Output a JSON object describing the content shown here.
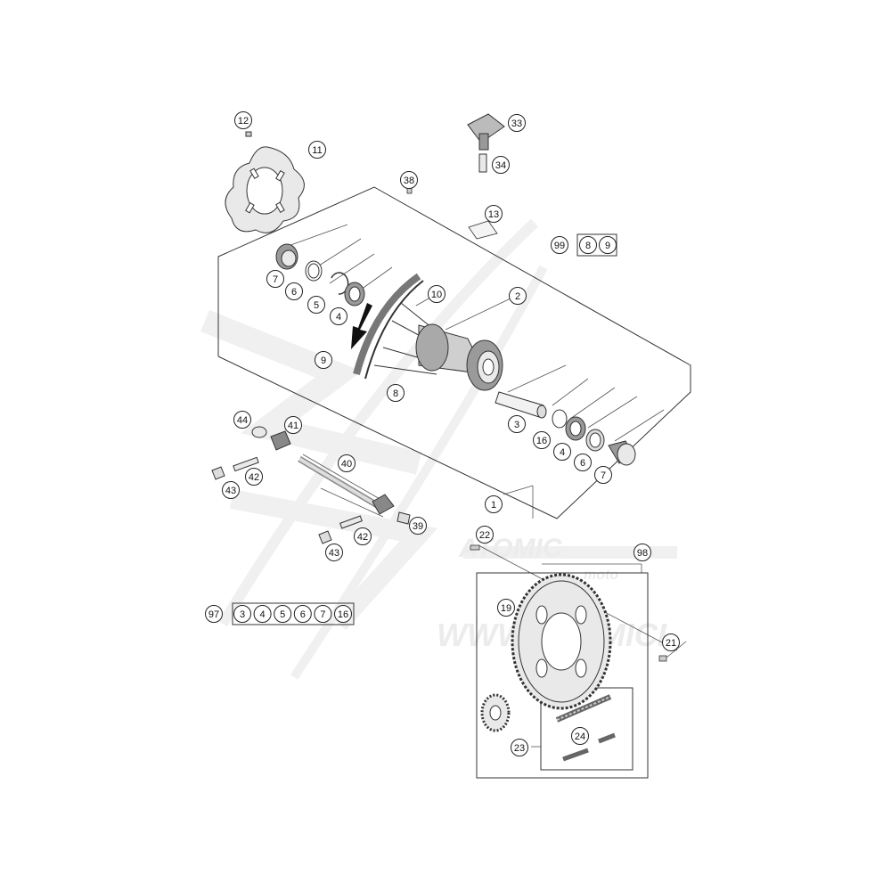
{
  "colors": {
    "line": "#222222",
    "part_fill": "#e9e9e9",
    "part_dark": "#9a9a9a",
    "watermark": "#f0f0f0",
    "arrow": "#111111"
  },
  "watermark": {
    "line1": "ATOMIC",
    "line2": "moto",
    "line3": "WWW.ATOMICI"
  },
  "callouts": [
    {
      "label": "12"
    },
    {
      "label": "11"
    },
    {
      "label": "33"
    },
    {
      "label": "34"
    },
    {
      "label": "38"
    },
    {
      "label": "13"
    },
    {
      "label": "99"
    },
    {
      "label": "7"
    },
    {
      "label": "6"
    },
    {
      "label": "5"
    },
    {
      "label": "4"
    },
    {
      "label": "10"
    },
    {
      "label": "2"
    },
    {
      "label": "9"
    },
    {
      "label": "8"
    },
    {
      "label": "3"
    },
    {
      "label": "16"
    },
    {
      "label": "4"
    },
    {
      "label": "6"
    },
    {
      "label": "7"
    },
    {
      "label": "44"
    },
    {
      "label": "41"
    },
    {
      "label": "40"
    },
    {
      "label": "42"
    },
    {
      "label": "43"
    },
    {
      "label": "1"
    },
    {
      "label": "39"
    },
    {
      "label": "42"
    },
    {
      "label": "43"
    },
    {
      "label": "22"
    },
    {
      "label": "98"
    },
    {
      "label": "19"
    },
    {
      "label": "97"
    },
    {
      "label": "21"
    },
    {
      "label": "24"
    },
    {
      "label": "23"
    }
  ],
  "kits": [
    {
      "name": "kit-99",
      "items": [
        "8",
        "9"
      ]
    },
    {
      "name": "kit-97",
      "items": [
        "3",
        "4",
        "5",
        "6",
        "7",
        "16"
      ]
    }
  ]
}
